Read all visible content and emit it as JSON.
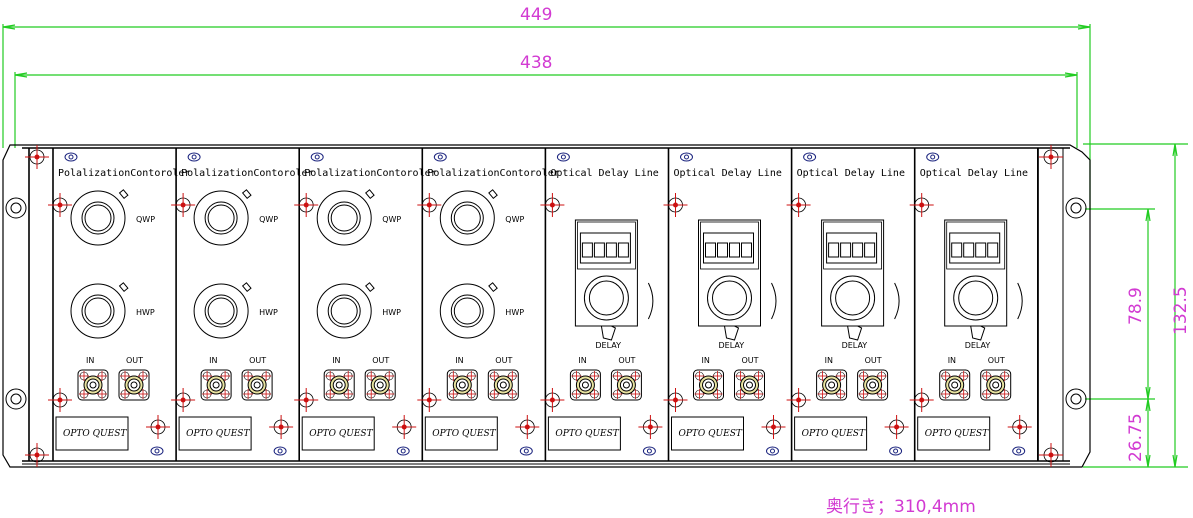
{
  "drawing": {
    "title": "19-inch rack front panel drawing",
    "line_color": "#000000",
    "dimension_color": "#22cc22",
    "dimension_text_color": "#d23ad2",
    "screw_color": "#cc1111",
    "connector_color": "#e8e2a0"
  },
  "dimensions": {
    "overall_width": "449",
    "inner_width": "438",
    "height": "132.5",
    "mount_hole_pitch": "78.9",
    "bottom_offset": "26.75",
    "depth_note": "奥行き；310,4mm"
  },
  "modules": [
    {
      "type": "polarization",
      "title": "PolalizationContoroler",
      "knob1": "QWP",
      "knob2": "HWP",
      "in_label": "IN",
      "out_label": "OUT",
      "brand": "OPTO QUEST"
    },
    {
      "type": "polarization",
      "title": "PolalizationContoroler",
      "knob1": "QWP",
      "knob2": "HWP",
      "in_label": "IN",
      "out_label": "OUT",
      "brand": "OPTO QUEST"
    },
    {
      "type": "polarization",
      "title": "PolalizationContoroler",
      "knob1": "QWP",
      "knob2": "HWP",
      "in_label": "IN",
      "out_label": "OUT",
      "brand": "OPTO QUEST"
    },
    {
      "type": "polarization",
      "title": "PolalizationContoroler",
      "knob1": "QWP",
      "knob2": "HWP",
      "in_label": "IN",
      "out_label": "OUT",
      "brand": "OPTO QUEST"
    },
    {
      "type": "delay",
      "title": "Optical Delay Line",
      "knob_label": "DELAY",
      "in_label": "IN",
      "out_label": "OUT",
      "brand": "OPTO QUEST"
    },
    {
      "type": "delay",
      "title": "Optical Delay Line",
      "knob_label": "DELAY",
      "in_label": "IN",
      "out_label": "OUT",
      "brand": "OPTO QUEST"
    },
    {
      "type": "delay",
      "title": "Optical Delay Line",
      "knob_label": "DELAY",
      "in_label": "IN",
      "out_label": "OUT",
      "brand": "OPTO QUEST"
    },
    {
      "type": "delay",
      "title": "Optical Delay Line",
      "knob_label": "DELAY",
      "in_label": "IN",
      "out_label": "OUT",
      "brand": "OPTO QUEST"
    }
  ]
}
